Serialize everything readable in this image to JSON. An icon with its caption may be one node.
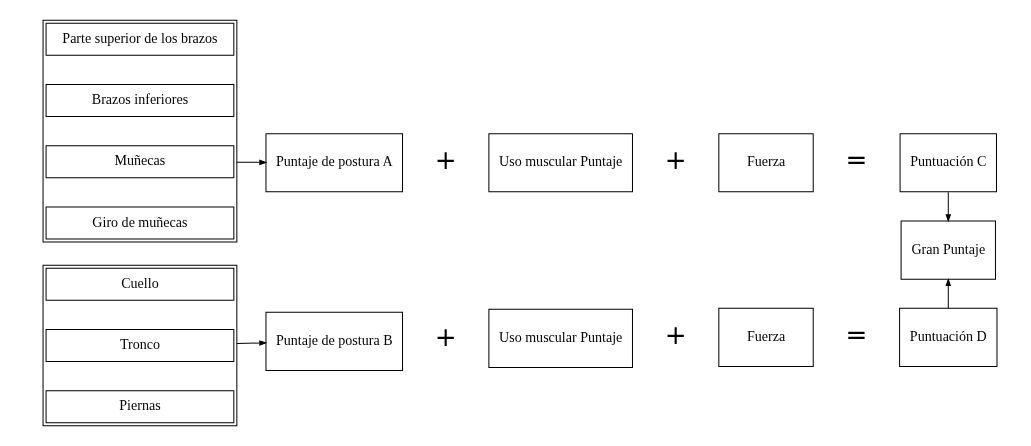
{
  "diagram": {
    "nodes": [
      {
        "text": [],
        "shape": "box"
      },
      {
        "text": [
          "Parte superior de los brazos"
        ],
        "in": 0
      },
      {
        "text": [
          "Brazos inferiores"
        ],
        "in": 0
      },
      {
        "text": [
          "Muñecas"
        ],
        "in": 0
      },
      {
        "text": [
          "Giro de muñecas"
        ],
        "in": 0
      },
      {
        "text": [
          "Puntaje de postura A"
        ]
      },
      {
        "text": [
          "Uso muscular Puntaje"
        ]
      },
      {
        "text": [
          "Fuerza"
        ]
      },
      {
        "text": [
          "Puntuación C"
        ]
      },
      {
        "text": [
          "Gran Puntaje"
        ]
      },
      {
        "text": [],
        "shape": "box"
      },
      {
        "text": [
          "Cuello"
        ],
        "in": 10
      },
      {
        "text": [
          "Tronco"
        ],
        "in": 10
      },
      {
        "text": [
          "Piernas"
        ],
        "in": 10
      },
      {
        "text": [
          "Puntaje de postura B"
        ]
      },
      {
        "text": [
          "Uso muscular Puntaje"
        ]
      },
      {
        "text": [
          "Fuerza"
        ]
      },
      {
        "text": [
          "Puntuación D"
        ]
      }
    ],
    "edges": [
      {
        "from": 0,
        "to": 5,
        "arrow": "to"
      },
      {
        "from": 8,
        "to": 9,
        "arrow": "to"
      },
      {
        "from": 10,
        "to": 14,
        "arrow": "to"
      },
      {
        "from": 17,
        "to": 9,
        "arrow": "to"
      }
    ],
    "labels": [
      "+",
      "+",
      "=",
      "+",
      "+",
      "="
    ]
  }
}
